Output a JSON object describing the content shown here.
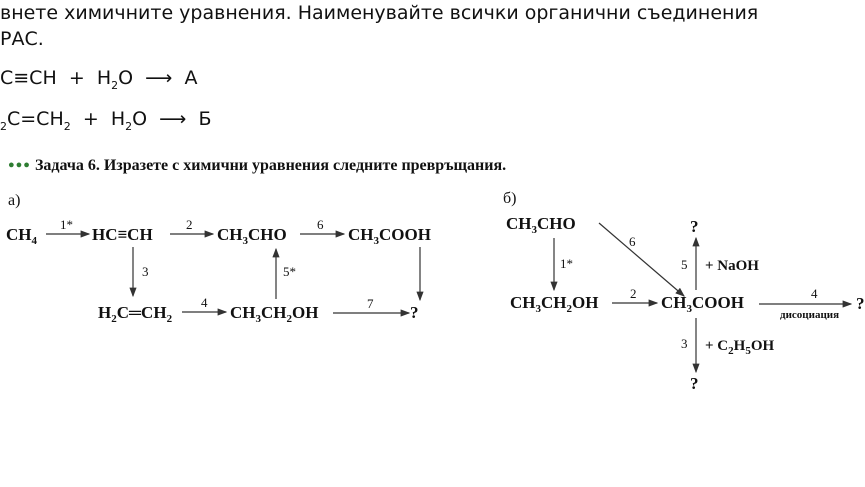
{
  "header": {
    "line1": "внете химичните уравнения. Наименувайте всички органични съединения",
    "line2": "РАС."
  },
  "reactions": [
    {
      "lhs": "С≡CH  +  H",
      "lhs_sub": "2",
      "lhs_end": "O  ⟶  A"
    },
    {
      "pre": "",
      "sub1": "2",
      "mid": "C=CH",
      "sub2": "2",
      "rest": "  +  H",
      "sub3": "2",
      "end": "O  ⟶  Б"
    }
  ],
  "task": {
    "dots": "●●●",
    "title": "Задача 6. Изразете с химични уравнения следните превръщания."
  },
  "part_a": {
    "label": "а)",
    "ch4": "CH",
    "ch4_sub": "4",
    "hcch": "HC≡CH",
    "ch3cho_a": "CH",
    "ch3cho_b": "3",
    "ch3cho_c": "CHO",
    "ch3cooh_a": "CH",
    "ch3cooh_b": "3",
    "ch3cooh_c": "COOH",
    "c2h4_a": "H",
    "c2h4_b": "2",
    "c2h4_c": "C═CH",
    "c2h4_d": "2",
    "ethanol_a": "CH",
    "ethanol_b": "3",
    "ethanol_c": "CH",
    "ethanol_d": "2",
    "ethanol_e": "OH",
    "q": "?",
    "arrows": {
      "a1": "1*",
      "a2": "2",
      "a3": "3",
      "a4": "4",
      "a5": "5*",
      "a6": "6",
      "a7": "7"
    }
  },
  "part_b": {
    "label": "б)",
    "ch3cho_a": "CH",
    "ch3cho_b": "3",
    "ch3cho_c": "CHO",
    "ethanol_a": "CH",
    "ethanol_b": "3",
    "ethanol_c": "CH",
    "ethanol_d": "2",
    "ethanol_e": "OH",
    "acid_a": "CH",
    "acid_b": "3",
    "acid_c": "COOH",
    "q_top": "?",
    "q_bottom": "?",
    "q_right": "?",
    "naoh": "+ NaOH",
    "c2h5oh_a": "+ C",
    "c2h5oh_b": "2",
    "c2h5oh_c": "H",
    "c2h5oh_d": "5",
    "c2h5oh_e": "OH",
    "dissociation": "дисоциация",
    "arrows": {
      "b1": "1*",
      "b2": "2",
      "b3": "3",
      "b4": "4",
      "b5": "5",
      "b6": "6"
    }
  }
}
